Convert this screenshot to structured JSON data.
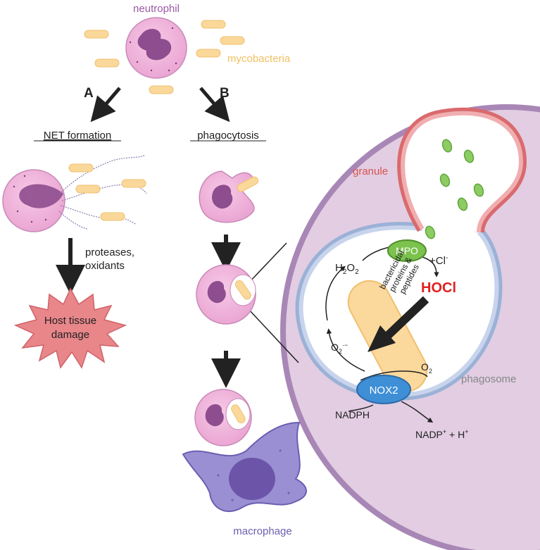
{
  "labels": {
    "neutrophil": "neutrophil",
    "mycobacteria": "mycobacteria",
    "route_a": "A",
    "route_b": "B",
    "net_formation": "NET formation",
    "phagocytosis": "phagocytosis",
    "proteases_line1": "proteases,",
    "proteases_line2": "oxidants",
    "host_line1": "Host tissue",
    "host_line2": "damage",
    "granule": "granule",
    "phagosome": "phagosome",
    "macrophage": "macrophage",
    "mpo": "MPO",
    "chloride": "+Cl",
    "chloride_sup": "-",
    "hocl": "HOCl",
    "h2o2_h": "H",
    "h2o2_2a": "2",
    "h2o2_o": "O",
    "h2o2_2b": "2",
    "bactericidal_1": "bactericidal",
    "bactericidal_2": "proteins &",
    "bactericidal_3": "peptides",
    "superoxide_o": "O",
    "superoxide_sub": "2",
    "superoxide_sup": "·−",
    "oxygen_o": "O",
    "oxygen_sub": "2",
    "nox2": "NOX2",
    "nadph": "NADPH",
    "nadp_main": "NADP",
    "nadp_sup": "+",
    "nadp_plus_h": " + H",
    "h_sup": "+"
  },
  "colors": {
    "neutrophil_text": "#9b59a6",
    "mycobacteria_text": "#f0c060",
    "granule_text": "#d9534f",
    "phagosome_text": "#888888",
    "macrophage_text": "#6a5fb0",
    "hocl_text": "#e02020",
    "cell_fill": "#f2b8dc",
    "nucleus_fill": "#8e4d8e",
    "bacteria_fill": "#fad89a",
    "macrophage_fill": "#9b8fd4",
    "big_cell_fill": "#e4cde2",
    "mpo_fill": "#7cc24e",
    "nox2_fill": "#3f8fd6",
    "damage_fill": "#e8868a"
  }
}
